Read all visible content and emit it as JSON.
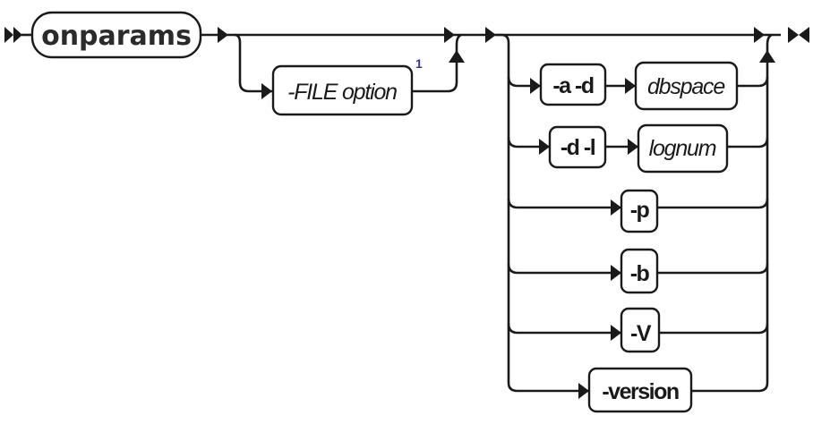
{
  "diagram": {
    "type": "syntax-railroad",
    "command": "onparams",
    "optional_group_1": {
      "item": "-FILE option",
      "item_kind": "variable",
      "footnote_marker": "1"
    },
    "optional_choice_group": {
      "branches": [
        {
          "parts": [
            {
              "text": "-a -d",
              "kind": "keyword"
            },
            {
              "text": "dbspace",
              "kind": "variable"
            }
          ]
        },
        {
          "parts": [
            {
              "text": "-d -l",
              "kind": "keyword"
            },
            {
              "text": "lognum",
              "kind": "variable"
            }
          ]
        },
        {
          "parts": [
            {
              "text": "-p",
              "kind": "keyword"
            }
          ]
        },
        {
          "parts": [
            {
              "text": "-b",
              "kind": "keyword"
            }
          ]
        },
        {
          "parts": [
            {
              "text": "-V",
              "kind": "keyword"
            }
          ]
        },
        {
          "parts": [
            {
              "text": "-version",
              "kind": "keyword"
            }
          ]
        }
      ]
    }
  }
}
